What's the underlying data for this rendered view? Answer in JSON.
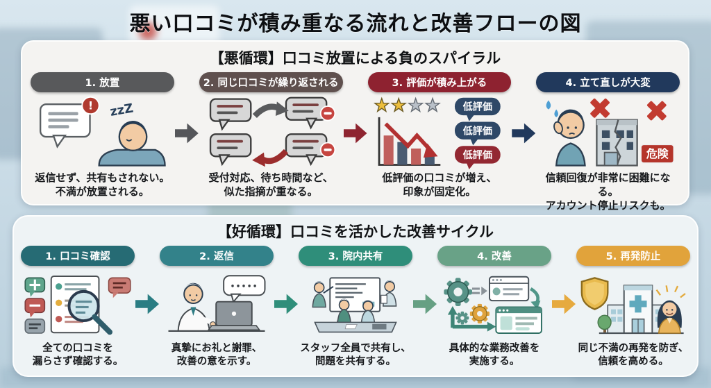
{
  "title": "悪い口コミが積み重なる流れと改善フローの図",
  "bad_cycle": {
    "heading": "【悪循環】口コミ放置による負のスパイラル",
    "steps": [
      {
        "pill": "1. 放置",
        "pill_color": "#58595b",
        "caption1": "返信せず、共有もされない。",
        "caption2": "不満が放置される。"
      },
      {
        "pill": "2. 同じ口コミが繰り返される",
        "pill_color": "#5f504e",
        "caption1": "受付対応、待ち時間など、",
        "caption2": "似た指摘が重なる。"
      },
      {
        "pill": "3. 評価が積み上がる",
        "pill_color": "#8e2230",
        "caption1": "低評価の口コミが増え、",
        "caption2": "印象が固定化。"
      },
      {
        "pill": "4. 立て直しが大変",
        "pill_color": "#21395c",
        "caption1": "信頼回復が非常に困難になる。",
        "caption2": "アカウント停止リスクも。"
      }
    ],
    "arrows": [
      "#55565a",
      "#8e2430",
      "#21395c"
    ],
    "labels": {
      "alert": "!",
      "zzz": "zzZ",
      "low_rating": "低評価",
      "danger": "危険"
    }
  },
  "good_cycle": {
    "heading": "【好循環】口コミを活かした改善サイクル",
    "steps": [
      {
        "pill": "1. 口コミ確認",
        "pill_color": "#266b74",
        "caption1": "全ての口コミを",
        "caption2": "漏らさず確認する。"
      },
      {
        "pill": "2. 返信",
        "pill_color": "#33828a",
        "caption1": "真摯にお礼と謝罪、",
        "caption2": "改善の意を示す。"
      },
      {
        "pill": "3. 院内共有",
        "pill_color": "#2f8e7a",
        "caption1": "スタッフ全員で共有し、",
        "caption2": "問題を共有する。"
      },
      {
        "pill": "4. 改善",
        "pill_color": "#69a287",
        "caption1": "具体的な業務改善を",
        "caption2": "実施する。"
      },
      {
        "pill": "5. 再発防止",
        "pill_color": "#e1a33b",
        "caption1": "同じ不満の再発を防ぎ、",
        "caption2": "信頼を高める。"
      }
    ],
    "arrows": [
      "#2a7d83",
      "#2f8e7a",
      "#66a083",
      "#e6aa3f"
    ],
    "labels": {
      "reply_dots": "•••••"
    }
  }
}
